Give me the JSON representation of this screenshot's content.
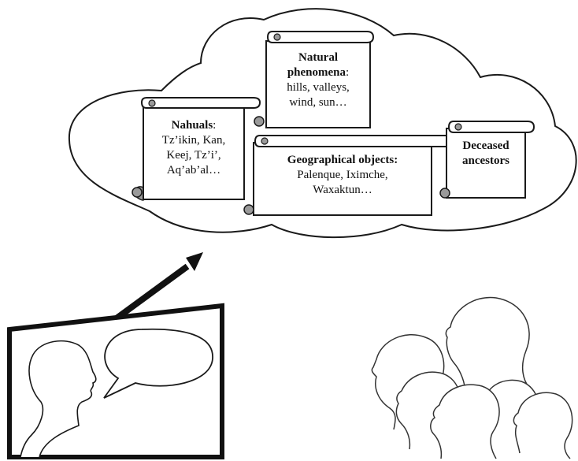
{
  "scrolls": {
    "nahuals": {
      "title": "Nahuals",
      "colon": ":",
      "lines": [
        "Tz’ikin, Kan,",
        "Keej,  Tz’i’,",
        "Aq’ab’al…"
      ]
    },
    "natural": {
      "title_1": "Natural",
      "title_2": "phenomena",
      "colon": ":",
      "lines": [
        "hills, valleys,",
        "wind, sun…"
      ]
    },
    "geographical": {
      "title": "Geographical objects:",
      "lines": [
        "Palenque, Iximche,",
        "Waxaktun…"
      ]
    },
    "ancestors": {
      "title_1": "Deceased",
      "title_2": "ancestors"
    }
  },
  "colors": {
    "stroke": "#1a1a1a",
    "scroll_fill": "#ffffff",
    "curl_fill": "#9a9a9a",
    "arrow": "#111111"
  }
}
